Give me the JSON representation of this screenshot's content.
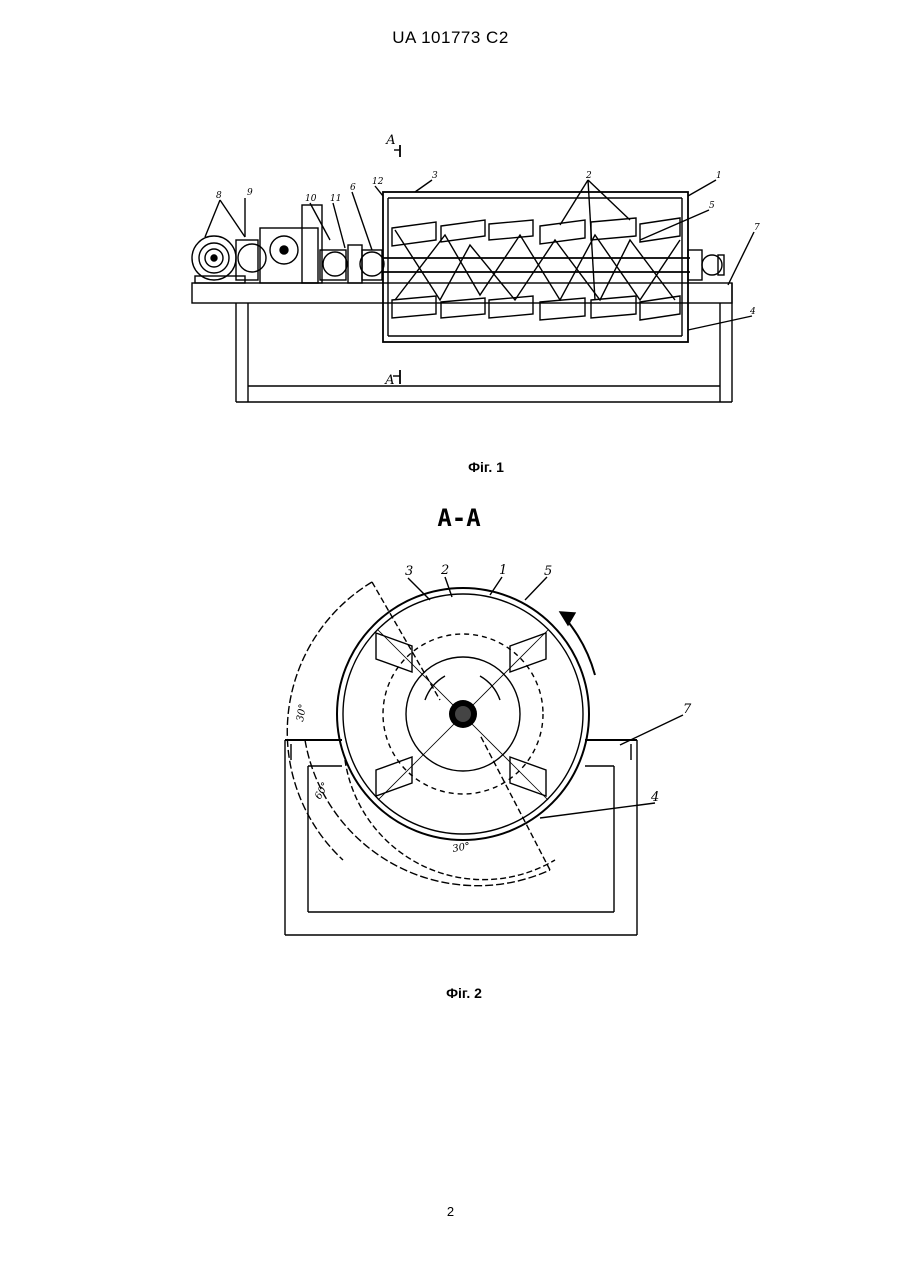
{
  "header": {
    "patent_number": "UA   101773   C2"
  },
  "figure1": {
    "caption": "Фіг. 1",
    "section_marker_top": "А",
    "section_marker_bottom": "А",
    "labels": [
      "1",
      "2",
      "3",
      "4",
      "5",
      "6",
      "7",
      "8",
      "9",
      "10",
      "11",
      "12"
    ]
  },
  "figure2": {
    "section_title": "А-А",
    "caption": "Фіг. 2",
    "labels": [
      "1",
      "2",
      "3",
      "4",
      "5",
      "7"
    ],
    "angles": [
      "30°",
      "60°",
      "30°"
    ]
  },
  "footer": {
    "page_number": "2"
  },
  "colors": {
    "ink": "#000000",
    "paper": "#ffffff"
  }
}
